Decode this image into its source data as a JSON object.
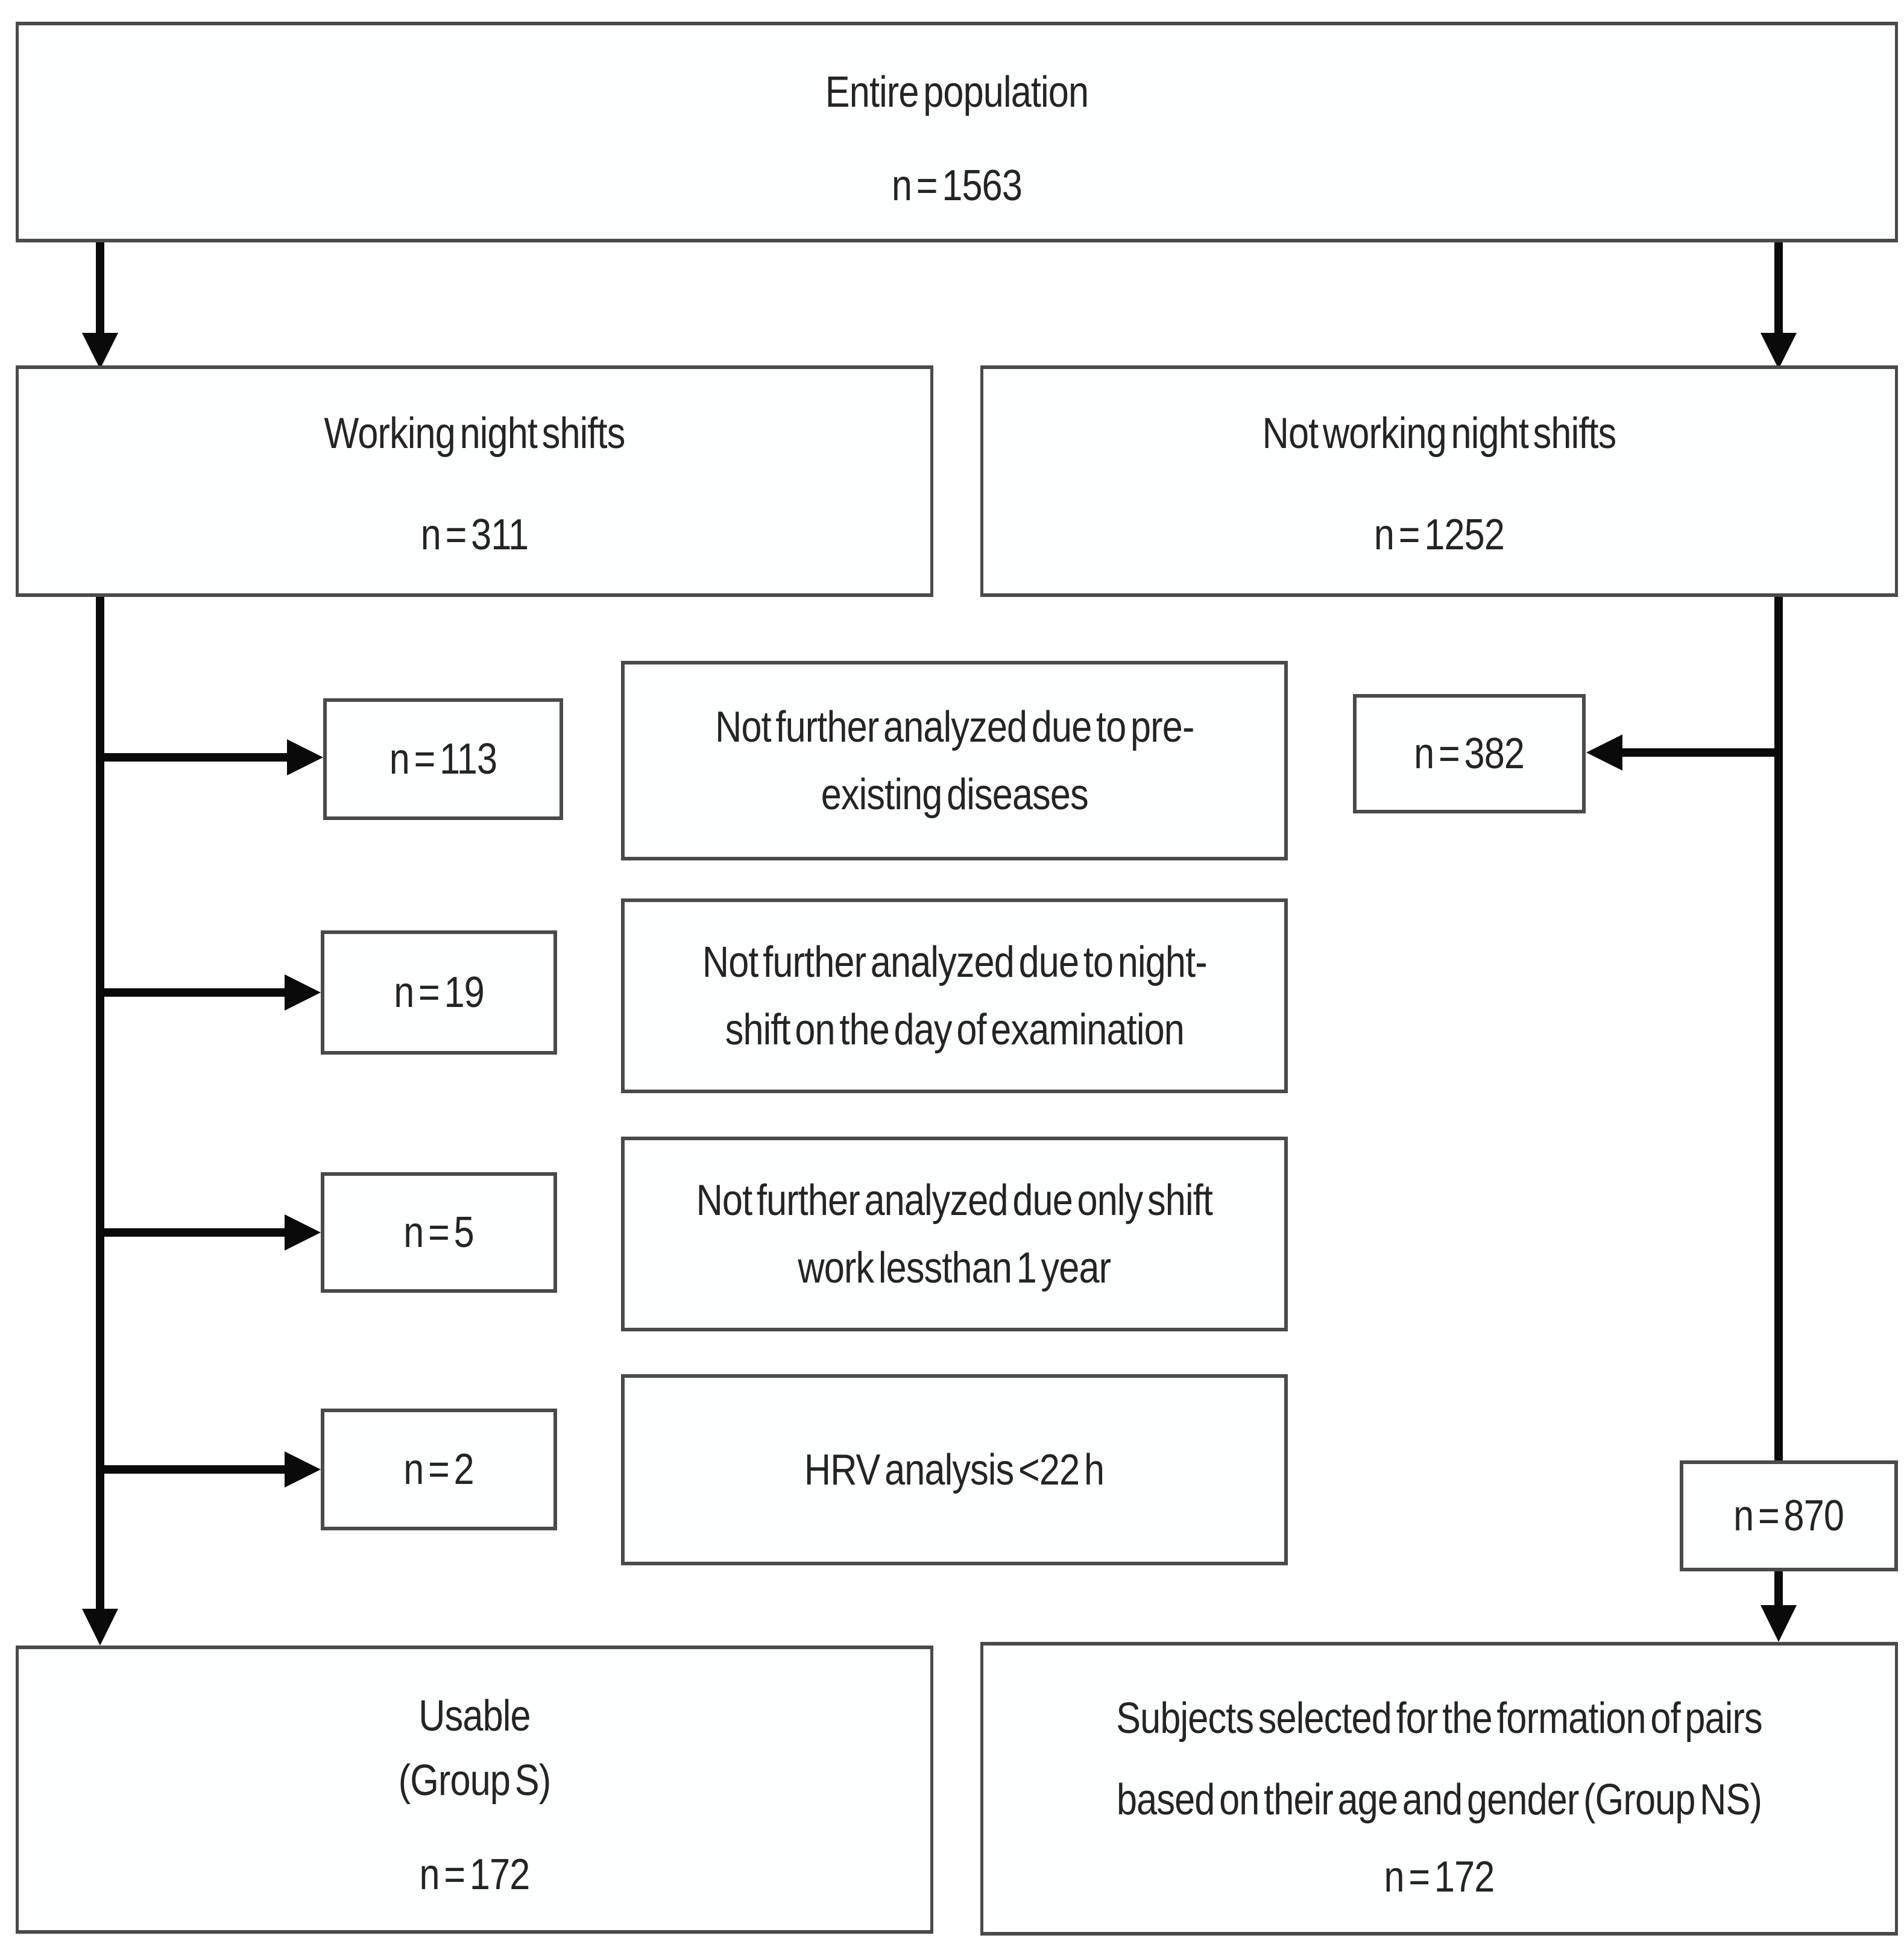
{
  "flow": {
    "entire": {
      "label": "Entire population",
      "n": "n = 1563"
    },
    "working": {
      "label": "Working night shifts",
      "n": "n = 311"
    },
    "not_working": {
      "label": "Not working night shifts",
      "n": "n = 1252"
    },
    "exclusions": [
      {
        "n": "n = 113",
        "reason": "Not further analyzed due to pre-\nexisting diseases"
      },
      {
        "n": "n = 19",
        "reason": "Not further analyzed due to night-\nshift on the day of examination"
      },
      {
        "n": "n = 5",
        "reason": "Not further analyzed due only shift\nwork lessthan 1 year"
      },
      {
        "n": "n = 2",
        "reason": "HRV analysis <22 h"
      }
    ],
    "not_working_excluded": {
      "n": "n = 382"
    },
    "not_working_remaining": {
      "n": "n = 870"
    },
    "usable": {
      "label": "Usable\n(Group S)",
      "n": "n = 172"
    },
    "selected": {
      "label": "Subjects selected for the formation of pairs\nbased on their age and gender (Group NS)",
      "n": "n = 172"
    }
  }
}
